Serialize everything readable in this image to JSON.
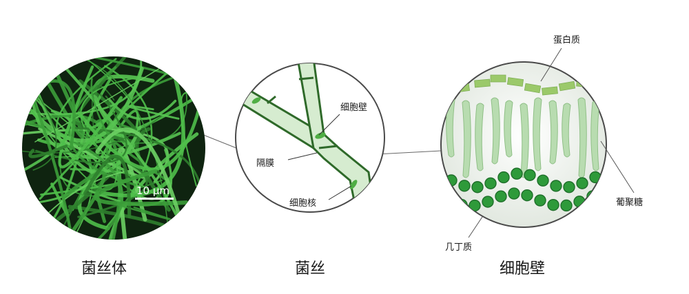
{
  "panels": {
    "mycelium": {
      "caption": "菌丝体",
      "scale_bar": "10 μm"
    },
    "hypha": {
      "caption": "菌丝",
      "labels": {
        "cell_wall": "细胞壁",
        "septum": "隔膜",
        "nucleus": "细胞核"
      }
    },
    "cell_wall": {
      "caption": "细胞壁",
      "labels": {
        "protein": "蛋白质",
        "glucan": "葡聚糖",
        "chitin": "几丁质"
      }
    }
  },
  "colors": {
    "dark_bg": "#0f2410",
    "fiber": "#4fbf4a",
    "hypha_fill": "#d6ecd0",
    "hypha_outline": "#2f6a2a",
    "protein_block": "#9bc96a",
    "glucan_fill": "#b8dcb0",
    "chitin_bead": "#2e9a3a",
    "callout_line": "#555555"
  }
}
